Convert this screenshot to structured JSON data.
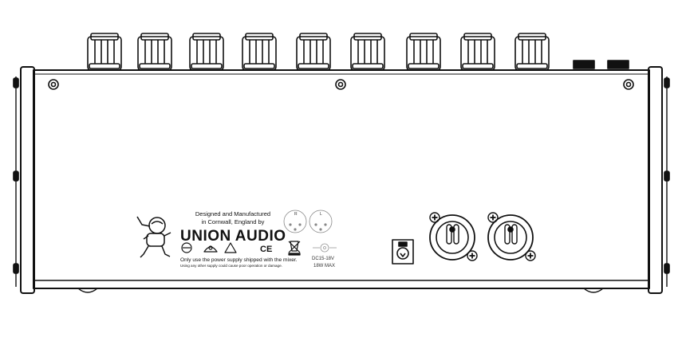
{
  "label": {
    "designed_line1": "Designed and Manufactured",
    "designed_line2": "in Cornwall,  England by",
    "brand": "UNION AUDIO",
    "warning_main": "Only use the power supply shipped with the mixer.",
    "warning_sub": "Using any other supply could cause poor operation or damage.",
    "dc_voltage": "DC15-18V",
    "dc_power": "18W MAX",
    "ce_mark": "CE",
    "pin_right": "R",
    "pin_left": "L"
  },
  "icons": {
    "mascot": "astronaut-icon",
    "certifications": [
      "no-mains-icon",
      "weee-bin-icon",
      "rcm-icon",
      "ce-mark"
    ],
    "connectors": [
      "dc-power-jack",
      "xlr-output-left",
      "xlr-output-right"
    ]
  },
  "colors": {
    "line": "#111111",
    "background": "#ffffff"
  }
}
